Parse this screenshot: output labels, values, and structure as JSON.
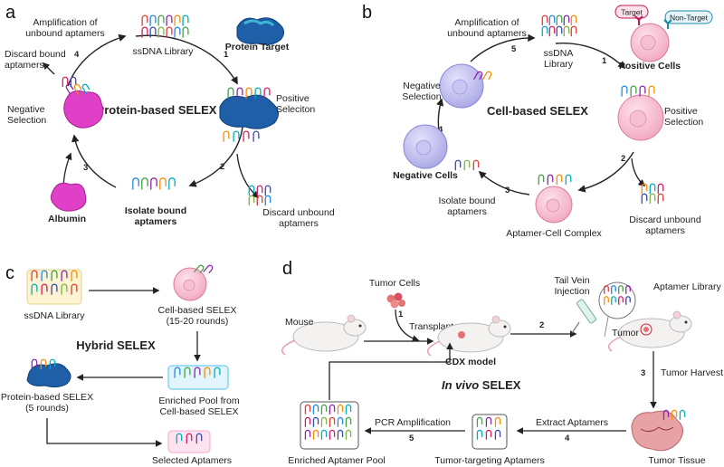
{
  "panels": {
    "a": {
      "letter": "a",
      "title": "Protein-based SELEX",
      "amplification": [
        "Amplification of",
        "unbound aptamers"
      ],
      "library": "ssDNA Library",
      "target": "Protein Target",
      "positive": [
        "Positive",
        "Seleciton"
      ],
      "discard_unbound": [
        "Discard unbound",
        "aptamers"
      ],
      "isolate": [
        "Isolate bound",
        "aptamers"
      ],
      "albumin": "Albumin",
      "negative": [
        "Negative",
        "Selection"
      ],
      "discard_bound": [
        "Discard bound",
        "aptamers"
      ],
      "steps": [
        "1",
        "2",
        "3",
        "4"
      ]
    },
    "b": {
      "letter": "b",
      "title": "Cell-based SELEX",
      "amplification": [
        "Amplification of",
        "unbound aptamers"
      ],
      "library": [
        "ssDNA",
        "Library"
      ],
      "target_tag": "Target",
      "nontarget_tag": "Non-Target",
      "positive_cells": "Positive Cells",
      "positive": [
        "Positive",
        "Selection"
      ],
      "discard_unbound": [
        "Discard unbound",
        "aptamers"
      ],
      "complex": "Aptamer-Cell Complex",
      "isolate": [
        "Isolate bound",
        "aptamers"
      ],
      "negative_cells": "Negative Cells",
      "negative": [
        "Negative",
        "Selection"
      ],
      "steps": [
        "1",
        "2",
        "3",
        "4",
        "5"
      ]
    },
    "c": {
      "letter": "c",
      "title": "Hybrid SELEX",
      "library": "ssDNA Library",
      "cell": [
        "Cell-based SELEX",
        "(15-20 rounds)"
      ],
      "enriched": [
        "Enriched Pool from",
        "Cell-based SELEX"
      ],
      "protein": [
        "Protein-based SELEX",
        "(5 rounds)"
      ],
      "selected": "Selected Aptamers"
    },
    "d": {
      "letter": "d",
      "title_italic": "In vivo",
      "title_rest": " SELEX",
      "tumor_cells": "Tumor Cells",
      "mouse": "Mouse",
      "transplant": "Transplant",
      "cdx": "CDX model",
      "tail_vein": [
        "Tail Vein",
        "Injection"
      ],
      "aptamer_library": "Aptamer Library",
      "tumor": "Tumor",
      "harvest": "Tumor Harvest",
      "tissue": "Tumor Tissue",
      "extract": "Extract Aptamers",
      "targeting": "Tumor-targeting Aptamers",
      "pcr": "PCR Amplification",
      "enriched_pool": "Enriched Aptamer Pool",
      "steps": [
        "1",
        "2",
        "3",
        "4",
        "5"
      ]
    }
  },
  "colors": {
    "protein": "#1e5fa8",
    "protein_light": "#3fb4d6",
    "albumin": "#e040c8",
    "positive_cell": "#f2a7c0",
    "negative_cell": "#a9a6e6",
    "tag_target": "#c2185b",
    "tag_nontarget": "#1e88a8",
    "enriched_box": "#4fc3f7",
    "library_box": "#f5e6a8",
    "selected_box": "#f8c8e0",
    "aptamers": [
      "#e53935",
      "#1e88e5",
      "#43a047",
      "#8e24aa",
      "#fb8c00",
      "#00acc1",
      "#d81b60",
      "#3949ab",
      "#7cb342"
    ]
  }
}
